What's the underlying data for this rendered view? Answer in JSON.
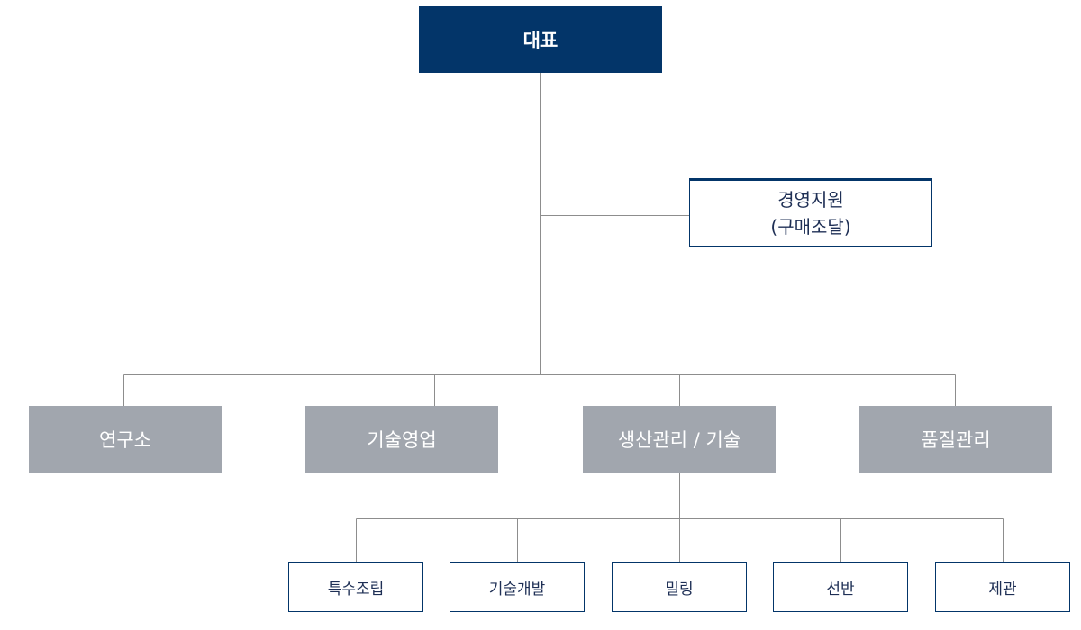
{
  "ceo": {
    "label": "대표"
  },
  "staff": {
    "line1": "경영지원",
    "line2": "(구매조달)"
  },
  "departments": [
    {
      "label": "연구소"
    },
    {
      "label": "기술영업"
    },
    {
      "label": "생산관리 / 기술"
    },
    {
      "label": "품질관리"
    }
  ],
  "teams": [
    {
      "label": "특수조립"
    },
    {
      "label": "기술개발"
    },
    {
      "label": "밀링"
    },
    {
      "label": "선반"
    },
    {
      "label": "제관"
    }
  ],
  "colors": {
    "primary": "#033569",
    "department": "#a1a6ae",
    "connector": "#8d8d8d"
  }
}
